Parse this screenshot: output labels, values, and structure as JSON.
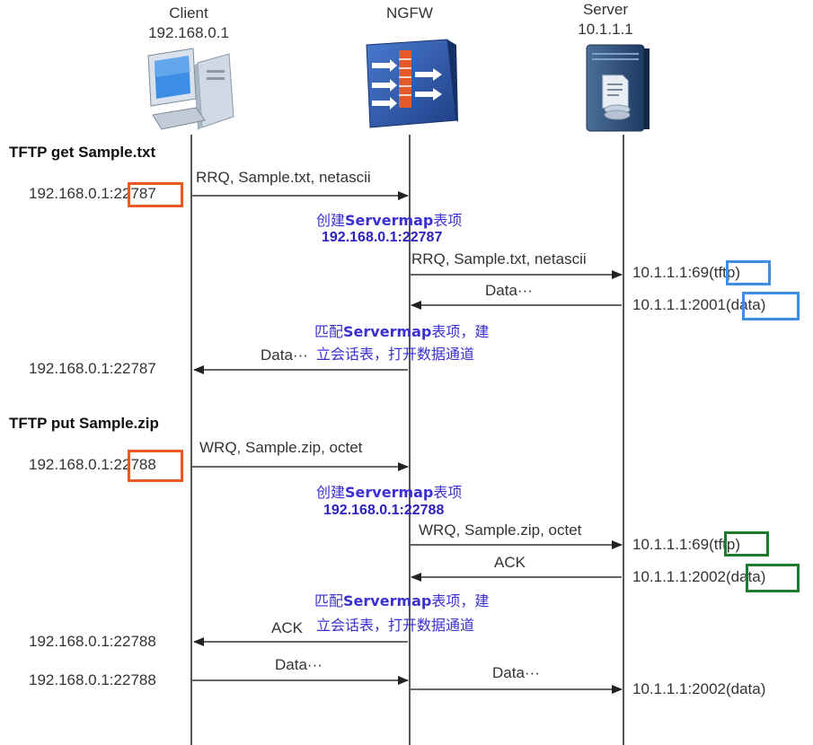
{
  "nodes": {
    "client": {
      "name": "Client",
      "ip": "192.168.0.1"
    },
    "ngfw": {
      "name": "NGFW"
    },
    "server": {
      "name": "Server",
      "ip": "10.1.1.1"
    }
  },
  "get_section": {
    "heading": "TFTP get Sample.txt",
    "client_ip_prefix": "192.168.0.1:",
    "client_port": "22787",
    "req_msg": "RRQ, Sample.txt, netascii",
    "note_create_a": "创建",
    "note_create_b": "Servermap",
    "note_create_c": "表项",
    "servermap_addr": "192.168.0.1:22787",
    "fwd_msg": "RRQ, Sample.txt, netascii",
    "server_tftp_prefix": "10.1.1.1:69",
    "server_tftp_tag": "(tftp)",
    "data_msg_1": "Data···",
    "server_data_prefix": "10.1.1.1:2001",
    "server_data_tag": "(data)",
    "note_match_a": "匹配",
    "note_match_b": "Servermap",
    "note_match_c": "表项，建",
    "note_match_d": "立会话表，打开数据通道",
    "data_msg_2": "Data···",
    "client_addr_result": "192.168.0.1:22787"
  },
  "put_section": {
    "heading": "TFTP put Sample.zip",
    "client_ip_prefix": "192.168.0.1:",
    "client_port": "22788",
    "req_msg": "WRQ, Sample.zip, octet",
    "note_create_a": "创建",
    "note_create_b": "Servermap",
    "note_create_c": "表项",
    "servermap_addr": "192.168.0.1:22788",
    "fwd_msg": "WRQ, Sample.zip, octet",
    "server_tftp_prefix": "10.1.1.1:69",
    "server_tftp_tag": "(tftp)",
    "ack_msg_1": "ACK",
    "server_data_prefix": "10.1.1.1:2002",
    "server_data_tag": "(data)",
    "note_match_a": "匹配",
    "note_match_b": "Servermap",
    "note_match_c": "表项，建",
    "note_match_d": "立会话表，打开数据通道",
    "ack_msg_2": "ACK",
    "client_addr_ack": "192.168.0.1:22788",
    "data_msg_1": "Data···",
    "client_addr_data": "192.168.0.1:22788",
    "data_msg_2": "Data···",
    "server_addr_final": "10.1.1.1:2002(data)"
  },
  "colors": {
    "orange": "#e85a20",
    "blue": "#3d8fe6",
    "green": "#1d7a2c",
    "note": "#3a2fd0"
  },
  "icons": {
    "client": "desktop-computer-icon",
    "ngfw": "firewall-icon",
    "server": "server-icon"
  }
}
